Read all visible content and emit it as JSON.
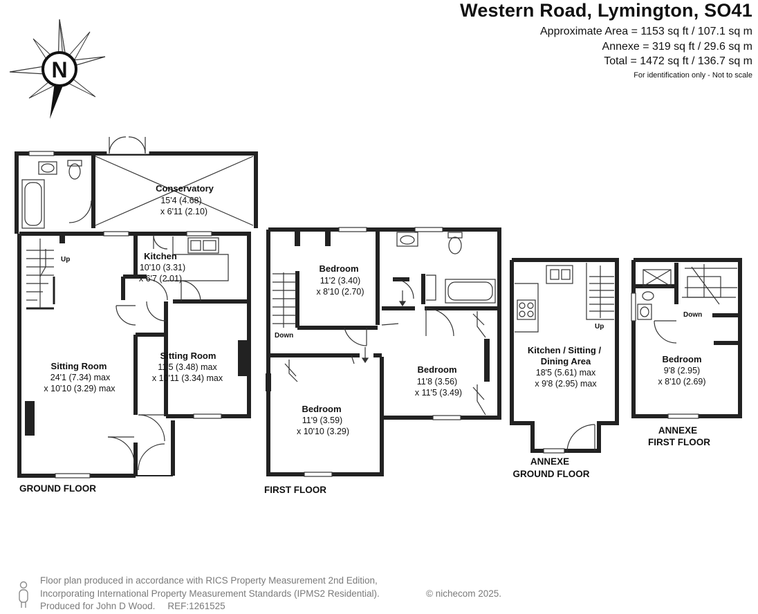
{
  "header": {
    "title": "Western Road, Lymington, SO41",
    "approx_area": "Approximate Area = 1153 sq ft / 107.1 sq m",
    "annexe_area": "Annexe = 319 sq ft / 29.6 sq m",
    "total_area": "Total = 1472 sq ft / 136.7 sq m",
    "note": "For identification only - Not to scale"
  },
  "compass": {
    "label": "N"
  },
  "floors": {
    "ground": "GROUND FLOOR",
    "first": "FIRST FLOOR",
    "annexe_ground_1": "ANNEXE",
    "annexe_ground_2": "GROUND FLOOR",
    "annexe_first_1": "ANNEXE",
    "annexe_first_2": "FIRST FLOOR"
  },
  "rooms": {
    "conservatory": {
      "name": "Conservatory",
      "dim1": "15'4 (4.68)",
      "dim2": "x 6'11 (2.10)"
    },
    "kitchen": {
      "name": "Kitchen",
      "dim1": "10'10 (3.31)",
      "dim2": "x 6'7 (2.01)"
    },
    "sitting_large": {
      "name": "Sitting Room",
      "dim1": "24'1 (7.34) max",
      "dim2": "x 10'10 (3.29) max"
    },
    "sitting_small": {
      "name": "Sitting Room",
      "dim1": "11'5 (3.48) max",
      "dim2": "x 10'11 (3.34) max"
    },
    "bedroom_1": {
      "name": "Bedroom",
      "dim1": "11'2 (3.40)",
      "dim2": "x 8'10 (2.70)"
    },
    "bedroom_2": {
      "name": "Bedroom",
      "dim1": "11'9 (3.59)",
      "dim2": "x 10'10 (3.29)"
    },
    "bedroom_3": {
      "name": "Bedroom",
      "dim1": "11'8 (3.56)",
      "dim2": "x 11'5 (3.49)"
    },
    "annexe_kitchen": {
      "name1": "Kitchen / Sitting /",
      "name2": "Dining Area",
      "dim1": "18'5 (5.61) max",
      "dim2": "x 9'8 (2.95) max"
    },
    "annexe_bedroom": {
      "name": "Bedroom",
      "dim1": "9'8 (2.95)",
      "dim2": "x 8'10 (2.69)"
    }
  },
  "stair_labels": {
    "ground_up": "Up",
    "first_down": "Down",
    "annexe_up": "Up",
    "annexe_down": "Down"
  },
  "footer": {
    "line1": "Floor plan produced in accordance with RICS Property Measurement 2nd Edition,",
    "line2": "Incorporating International Property Measurement Standards (IPMS2 Residential).",
    "copyright": "© nichecom 2025.",
    "produced_for": "Produced for John D Wood.",
    "ref": "REF:1261525"
  }
}
